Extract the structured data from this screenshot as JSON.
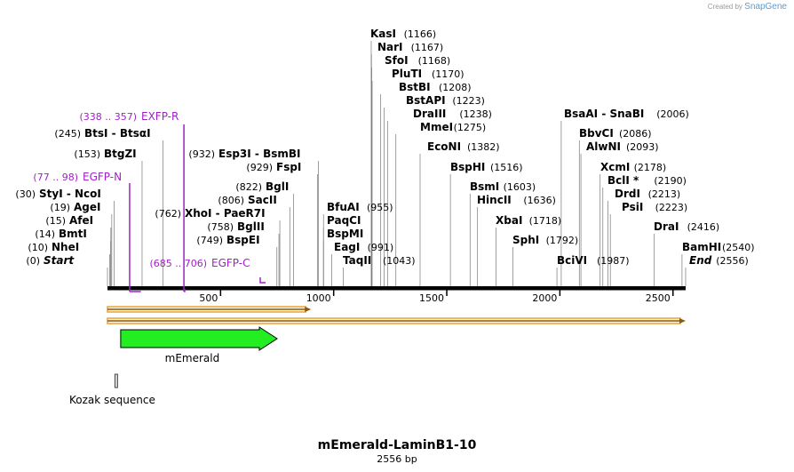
{
  "credit": {
    "prefix": "Created by",
    "brand": "SnapGene"
  },
  "plasmid": {
    "name": "mEmerald-LaminB1-10",
    "length_label": "2556 bp",
    "length": 2556
  },
  "ruler": {
    "ticks": [
      500,
      1000,
      1500,
      2000,
      2500
    ]
  },
  "sites": [
    {
      "name": "Start",
      "pos": 0,
      "label": "(0)",
      "italic": true
    },
    {
      "name": "NheI",
      "pos": 10,
      "label": "(10)"
    },
    {
      "name": "BmtI",
      "pos": 14,
      "label": "(14)"
    },
    {
      "name": "AfeI",
      "pos": 15,
      "label": "(15)"
    },
    {
      "name": "AgeI",
      "pos": 19,
      "label": "(19)"
    },
    {
      "name": "StyI - NcoI",
      "pos": 30,
      "label": "(30)"
    },
    {
      "name": "BtgZI",
      "pos": 153,
      "label": "(153)"
    },
    {
      "name": "BtsI - BtsαI",
      "pos": 245,
      "label": "(245)"
    },
    {
      "name": "BspEI",
      "pos": 749,
      "label": "(749)"
    },
    {
      "name": "BglII",
      "pos": 758,
      "label": "(758)"
    },
    {
      "name": "XhoI - PaeR7I",
      "pos": 762,
      "label": "(762)"
    },
    {
      "name": "SacII",
      "pos": 806,
      "label": "(806)"
    },
    {
      "name": "BglI",
      "pos": 822,
      "label": "(822)"
    },
    {
      "name": "FspI",
      "pos": 929,
      "label": "(929)"
    },
    {
      "name": "Esp3I - BsmBI",
      "pos": 932,
      "label": "(932)"
    },
    {
      "name": "BfuAI",
      "pos": 955,
      "label": "(955)"
    },
    {
      "name": "PaqCI",
      "pos": 955,
      "label": ""
    },
    {
      "name": "BspMI",
      "pos": 955,
      "label": ""
    },
    {
      "name": "EagI",
      "pos": 991,
      "label": "(991)"
    },
    {
      "name": "TaqII",
      "pos": 1043,
      "label": "(1043)"
    },
    {
      "name": "KasI",
      "pos": 1166,
      "label": "(1166)"
    },
    {
      "name": "NarI",
      "pos": 1167,
      "label": "(1167)"
    },
    {
      "name": "SfoI",
      "pos": 1168,
      "label": "(1168)"
    },
    {
      "name": "PluTI",
      "pos": 1170,
      "label": "(1170)"
    },
    {
      "name": "BstBI",
      "pos": 1208,
      "label": "(1208)"
    },
    {
      "name": "BstAPI",
      "pos": 1223,
      "label": "(1223)"
    },
    {
      "name": "DraIII",
      "pos": 1238,
      "label": "(1238)"
    },
    {
      "name": "MmeI",
      "pos": 1275,
      "label": "(1275)"
    },
    {
      "name": "EcoNI",
      "pos": 1382,
      "label": "(1382)"
    },
    {
      "name": "BspHI",
      "pos": 1516,
      "label": "(1516)"
    },
    {
      "name": "BsmI",
      "pos": 1603,
      "label": "(1603)"
    },
    {
      "name": "HincII",
      "pos": 1636,
      "label": "(1636)"
    },
    {
      "name": "XbaI",
      "pos": 1718,
      "label": "(1718)"
    },
    {
      "name": "SphI",
      "pos": 1792,
      "label": "(1792)"
    },
    {
      "name": "BciVI",
      "pos": 1987,
      "label": "(1987)"
    },
    {
      "name": "BsaAI - SnaBI",
      "pos": 2006,
      "label": "(2006)"
    },
    {
      "name": "BbvCI",
      "pos": 2086,
      "label": "(2086)"
    },
    {
      "name": "AlwNI",
      "pos": 2093,
      "label": "(2093)"
    },
    {
      "name": "XcmI",
      "pos": 2178,
      "label": "(2178)"
    },
    {
      "name": "BclI *",
      "pos": 2190,
      "label": "(2190)"
    },
    {
      "name": "DrdI",
      "pos": 2213,
      "label": "(2213)"
    },
    {
      "name": "PsiI",
      "pos": 2223,
      "label": "(2223)"
    },
    {
      "name": "DraI",
      "pos": 2416,
      "label": "(2416)"
    },
    {
      "name": "BamHI",
      "pos": 2540,
      "label": "(2540)"
    },
    {
      "name": "End",
      "pos": 2556,
      "label": "(2556)",
      "italic": true
    }
  ],
  "primers": [
    {
      "name": "EXFP-R",
      "range": "(338 .. 357)",
      "start": 338,
      "end": 357,
      "dir": "reverse",
      "color": "#a020c8"
    },
    {
      "name": "EGFP-N",
      "range": "(77 .. 98)",
      "start": 77,
      "end": 98,
      "dir": "forward",
      "color": "#a020c8"
    },
    {
      "name": "EGFP-C",
      "range": "(685 .. 706)",
      "start": 685,
      "end": 706,
      "dir": "forward",
      "color": "#a020c8"
    }
  ],
  "features": [
    {
      "name": "mEmerald",
      "start": 31,
      "end": 750,
      "type": "cds",
      "color": "#22ee22"
    },
    {
      "name": "Kozak sequence",
      "start": 25,
      "end": 34,
      "type": "misc",
      "color": "#dddddd"
    }
  ],
  "orfs": [
    {
      "start": 0,
      "end": 900,
      "color": "#e8a33a"
    },
    {
      "start": 0,
      "end": 2556,
      "color": "#e8a33a"
    }
  ]
}
